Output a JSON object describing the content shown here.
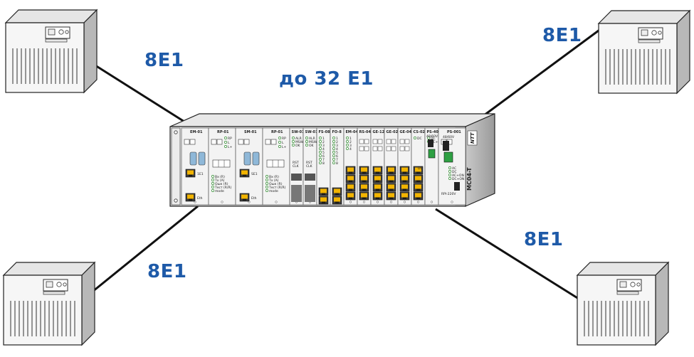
{
  "diagram": {
    "center_label": "до 32 Е1",
    "links": [
      {
        "id": "top-left",
        "label": "8E1"
      },
      {
        "id": "top-right",
        "label": "8E1"
      },
      {
        "id": "bottom-left",
        "label": "8E1"
      },
      {
        "id": "bottom-right",
        "label": "8E1"
      }
    ],
    "chassis": {
      "side_label": "MC04-T",
      "modules": [
        {
          "name": "EM-01",
          "port1": "1E1",
          "port2": "Eth"
        },
        {
          "name": "RP-01",
          "leds": [
            "Вх (R)",
            "Tx (A)",
            "Ошк (R)",
            "Тест (R/R)",
            "mode"
          ],
          "top_leds": [
            "RP",
            "L",
            "L+"
          ]
        },
        {
          "name": "SM-01",
          "port1": "SE1",
          "port2": "Eth"
        },
        {
          "name": "RP-01",
          "leds": [
            "Вх (R)",
            "Tx (A)",
            "Ошк (R)",
            "Тест (R/R)",
            "mode"
          ],
          "top_leds": [
            "RP",
            "L",
            "L+"
          ]
        },
        {
          "name": "SW-01",
          "leds": [
            "ALR",
            "MSW",
            "OK"
          ],
          "bottom": [
            "RST",
            "CLK"
          ]
        },
        {
          "name": "SW-01",
          "leds": [
            "ALR",
            "MSW",
            "OK"
          ],
          "bottom": [
            "RST",
            "CLK"
          ]
        },
        {
          "name": "FS-08",
          "leds": [
            "1",
            "2",
            "3",
            "4",
            "5",
            "6",
            "7",
            "8"
          ]
        },
        {
          "name": "FO-8",
          "leds": [
            "1",
            "2",
            "3",
            "4",
            "5",
            "6",
            "7",
            "8"
          ]
        },
        {
          "name": "EM-04",
          "leds": [
            "1",
            "2",
            "3",
            "4"
          ]
        },
        {
          "name": "RS-04"
        },
        {
          "name": "GE-12"
        },
        {
          "name": "GE-02"
        },
        {
          "name": "GE-04"
        },
        {
          "name": "CS-02",
          "leds": [
            "DC"
          ]
        },
        {
          "name": "PS-40",
          "top": "48/60V",
          "leds": [
            "DC",
            "DC+m"
          ]
        },
        {
          "name": "PS-001",
          "top": "48/60V",
          "leds": [
            "AC",
            "DC",
            "AC+ON",
            "DC+ON"
          ],
          "bottom": "RPI-220V"
        }
      ]
    }
  }
}
